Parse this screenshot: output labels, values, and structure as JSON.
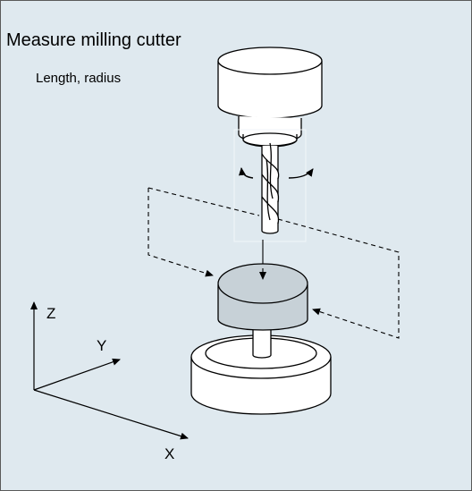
{
  "diagram": {
    "title": "Measure milling cutter",
    "subtitle": "Length, radius",
    "axes": {
      "z": "Z",
      "y": "Y",
      "x": "X"
    }
  },
  "colors": {
    "background": "#dfe9ef",
    "tool_fill": "#ffffff",
    "probe_fill": "#c7d1d7",
    "line": "#000000"
  },
  "icons": [
    "spindle",
    "milling-cutter",
    "rotation-arrows",
    "probe",
    "coordinate-axes"
  ]
}
